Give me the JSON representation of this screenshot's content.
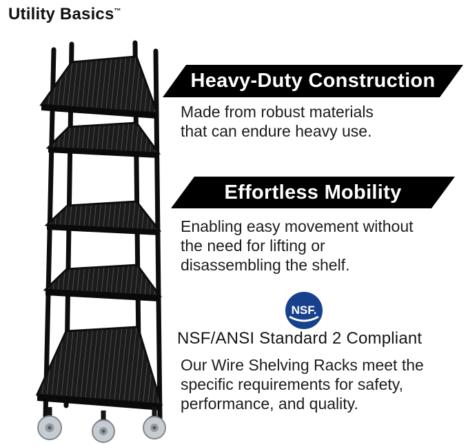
{
  "brand": {
    "name": "Utility Basics",
    "trademark": "™"
  },
  "features": [
    {
      "banner": "Heavy-Duty Construction",
      "body": "Made from robust materials\nthat can endure heavy use."
    },
    {
      "banner": "Effortless Mobility",
      "body": "Enabling easy movement without\nthe need for lifting or\ndisassembling the shelf."
    }
  ],
  "certification": {
    "logo_text": "NSF.",
    "heading": "NSF/ANSI Standard 2 Compliant",
    "body": "Our Wire Shelving Racks meet the\nspecific requirements for safety,\nperformance, and quality."
  },
  "product_image": {
    "name": "black-5-tier-wire-shelving-rack-on-casters"
  },
  "colors": {
    "banner_bg": "#000000",
    "banner_text": "#ffffff",
    "body_text": "#1c1c1c",
    "nsf_blue": "#17418d"
  }
}
